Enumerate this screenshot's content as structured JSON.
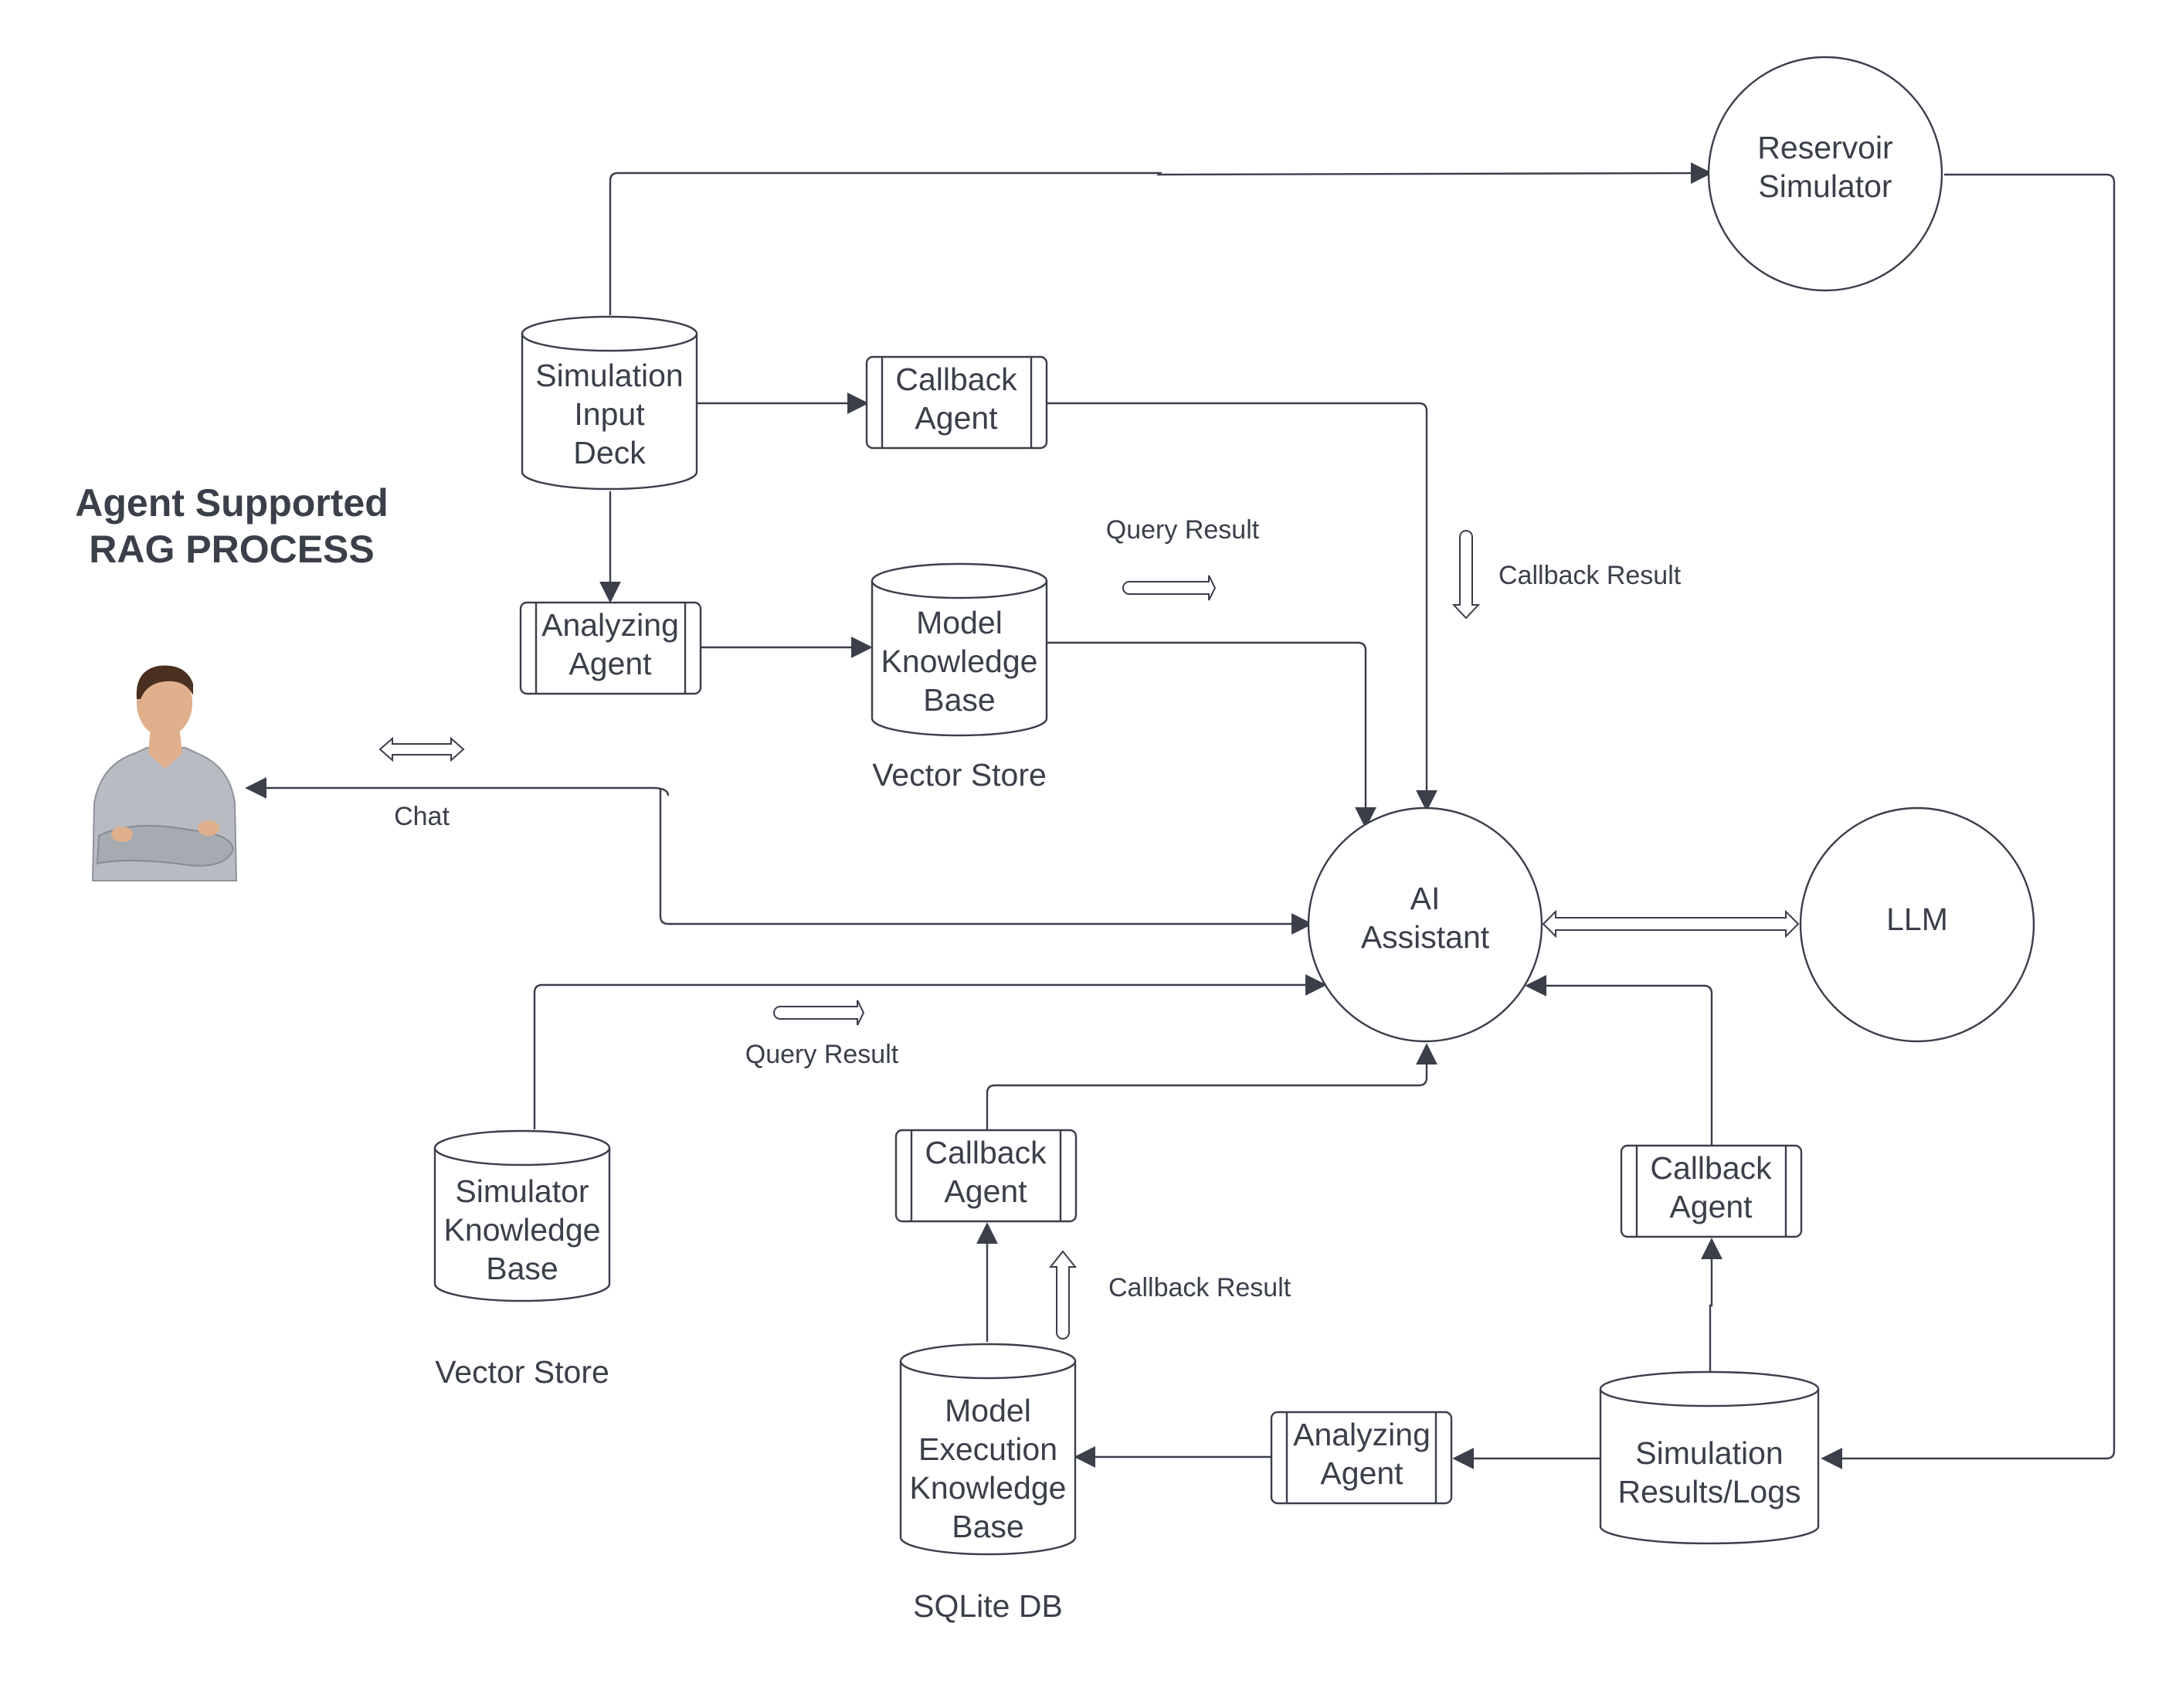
{
  "title": {
    "line1": "Agent Supported",
    "line2": "RAG PROCESS"
  },
  "nodes": {
    "reservoir_simulator": [
      "Reservoir",
      "Simulator"
    ],
    "simulation_input_deck": [
      "Simulation",
      "Input",
      "Deck"
    ],
    "callback_agent_top": [
      "Callback",
      "Agent"
    ],
    "analyzing_agent_top": [
      "Analyzing",
      "Agent"
    ],
    "model_knowledge_base": [
      "Model",
      "Knowledge",
      "Base"
    ],
    "ai_assistant": [
      "AI",
      "Assistant"
    ],
    "llm": [
      "LLM"
    ],
    "simulator_knowledge_base": [
      "Simulator",
      "Knowledge",
      "Base"
    ],
    "callback_agent_mid": [
      "Callback",
      "Agent"
    ],
    "callback_agent_right": [
      "Callback",
      "Agent"
    ],
    "model_execution_kb": [
      "Model",
      "Execution",
      "Knowledge",
      "Base"
    ],
    "analyzing_agent_bottom": [
      "Analyzing",
      "Agent"
    ],
    "simulation_results": [
      "Simulation",
      "Results/Logs"
    ]
  },
  "captions": {
    "vector_store_top": "Vector Store",
    "vector_store_left": "Vector Store",
    "sqlite_db": "SQLite DB"
  },
  "edge_labels": {
    "query_result_top": "Query Result",
    "callback_result_top": "Callback Result",
    "chat": "Chat",
    "query_result_bottom": "Query Result",
    "callback_result_bottom": "Callback Result"
  },
  "colors": {
    "stroke": "#3a3f4a",
    "background": "#ffffff",
    "person_shirt": "#b8bcc2",
    "person_skin": "#e0b08c",
    "person_hair": "#4a3020"
  },
  "icons": {
    "user": "user-avatar-icon"
  }
}
